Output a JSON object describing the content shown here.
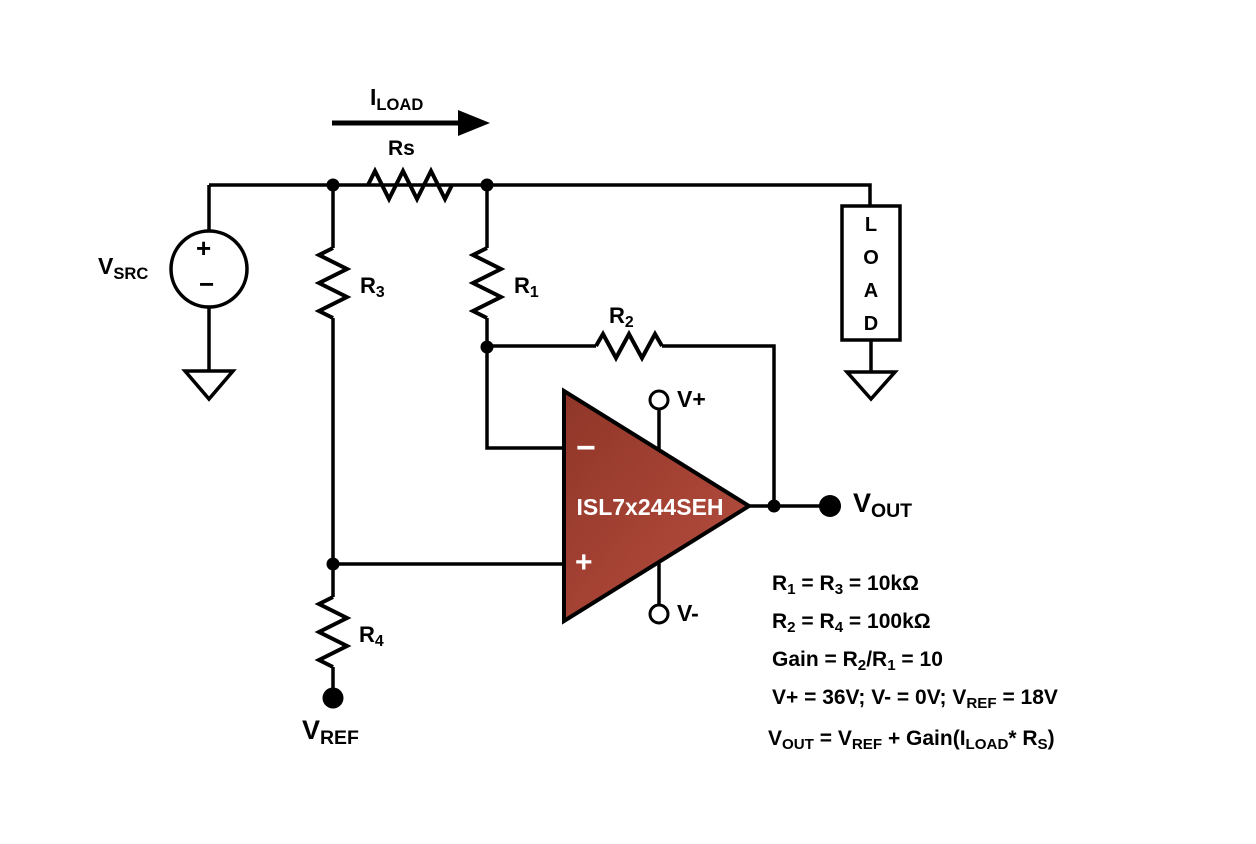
{
  "colors": {
    "wire": "#000000",
    "background": "#ffffff",
    "opamp_dark": "#8f3628",
    "opamp_mid": "#a64335",
    "opamp_light": "#b55243"
  },
  "opamp": {
    "part": "ISL7x244SEH",
    "minus_input": "−",
    "plus_input": "+"
  },
  "source": {
    "plus": "+",
    "minus": "−"
  },
  "load": {
    "letters": [
      "L",
      "O",
      "A",
      "D"
    ]
  },
  "labels": {
    "iload": [
      {
        "t": "I",
        "s": "LOAD"
      }
    ],
    "rs": [
      {
        "t": "Rs"
      }
    ],
    "vsrc": [
      {
        "t": "V",
        "s": "SRC"
      }
    ],
    "r3": [
      {
        "t": "R",
        "s": "3"
      }
    ],
    "r1": [
      {
        "t": "R",
        "s": "1"
      }
    ],
    "r2": [
      {
        "t": "R",
        "s": "2"
      }
    ],
    "r4": [
      {
        "t": "R",
        "s": "4"
      }
    ],
    "vref": [
      {
        "t": "V",
        "s": "REF"
      }
    ],
    "vout": [
      {
        "t": "V",
        "s": "OUT"
      }
    ],
    "vplus_pin": [
      {
        "t": "V+"
      }
    ],
    "vminus_pin": [
      {
        "t": "V-"
      }
    ]
  },
  "equations": [
    [
      {
        "t": "R",
        "s": "1"
      },
      {
        "t": " = R",
        "s": "3"
      },
      {
        "t": " = 10kΩ"
      }
    ],
    [
      {
        "t": "R",
        "s": "2"
      },
      {
        "t": " = R",
        "s": "4"
      },
      {
        "t": " = 100kΩ"
      }
    ],
    [
      {
        "t": "Gain = R",
        "s": "2"
      },
      {
        "t": "/R",
        "s": "1"
      },
      {
        "t": " = 10"
      }
    ],
    [
      {
        "t": "V+ = 36V; V- = 0V; V",
        "s": "REF"
      },
      {
        "t": " = 18V"
      }
    ],
    [
      {
        "t": "V",
        "s": "OUT"
      },
      {
        "t": " = V",
        "s": "REF"
      },
      {
        "t": " + Gain(I",
        "s": "LOAD"
      },
      {
        "t": "* R",
        "s": "S"
      },
      {
        "t": ")"
      }
    ]
  ]
}
